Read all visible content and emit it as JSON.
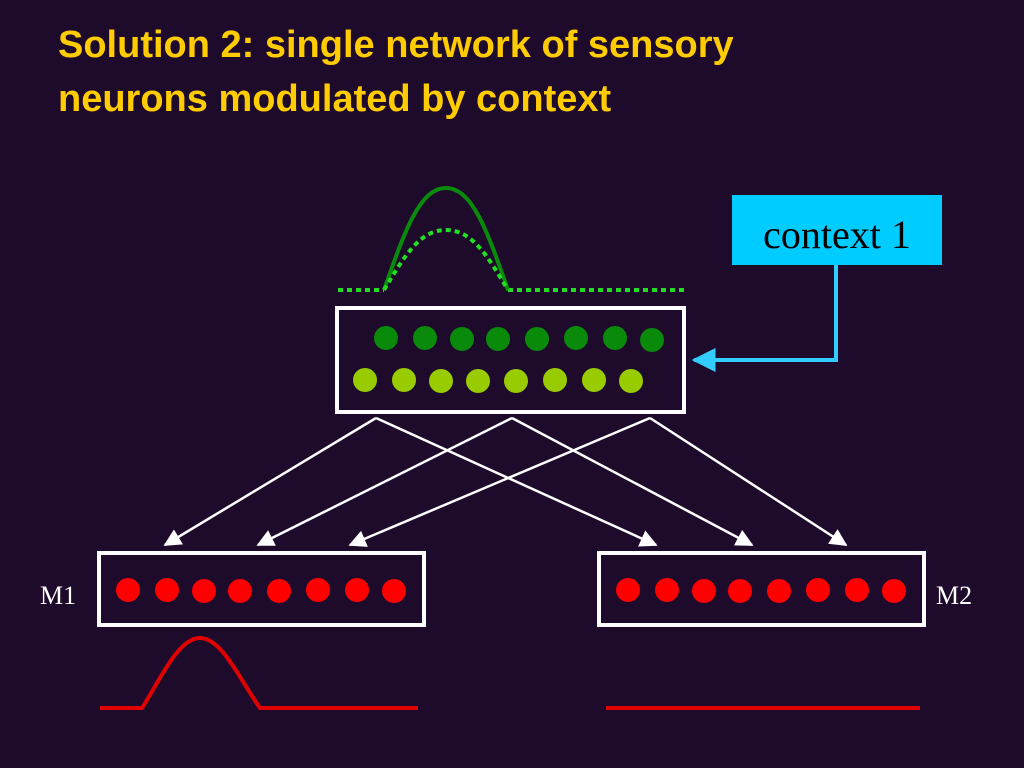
{
  "slide": {
    "title_line1": "Solution 2: single network of sensory",
    "title_line2": "neurons modulated by context",
    "context_label": "context 1",
    "module_left_label": "M1",
    "module_right_label": "M2"
  },
  "diagram": {
    "sensory_layer": {
      "dark_green_neurons": 8,
      "light_green_neurons": 8,
      "tuning_curves": [
        "solid-dark-green-peaked",
        "dotted-light-green-lower-peak"
      ]
    },
    "motor_layers": [
      {
        "label": "M1",
        "neurons": 8,
        "response": "peaked"
      },
      {
        "label": "M2",
        "neurons": 8,
        "response": "flat"
      }
    ],
    "connections": [
      "each sensory group projects to both M1 and M2"
    ]
  },
  "colors": {
    "background": "#1e0a2a",
    "title": "#ffcc00",
    "context_box": "#00ccff",
    "context_arrow": "#33ccff",
    "dark_green": "#0a8a0a",
    "light_green": "#99cc00",
    "dotted_green": "#22dd22",
    "motor_neuron": "#ff0000",
    "response_curve": "#e00000",
    "outline": "#ffffff"
  }
}
